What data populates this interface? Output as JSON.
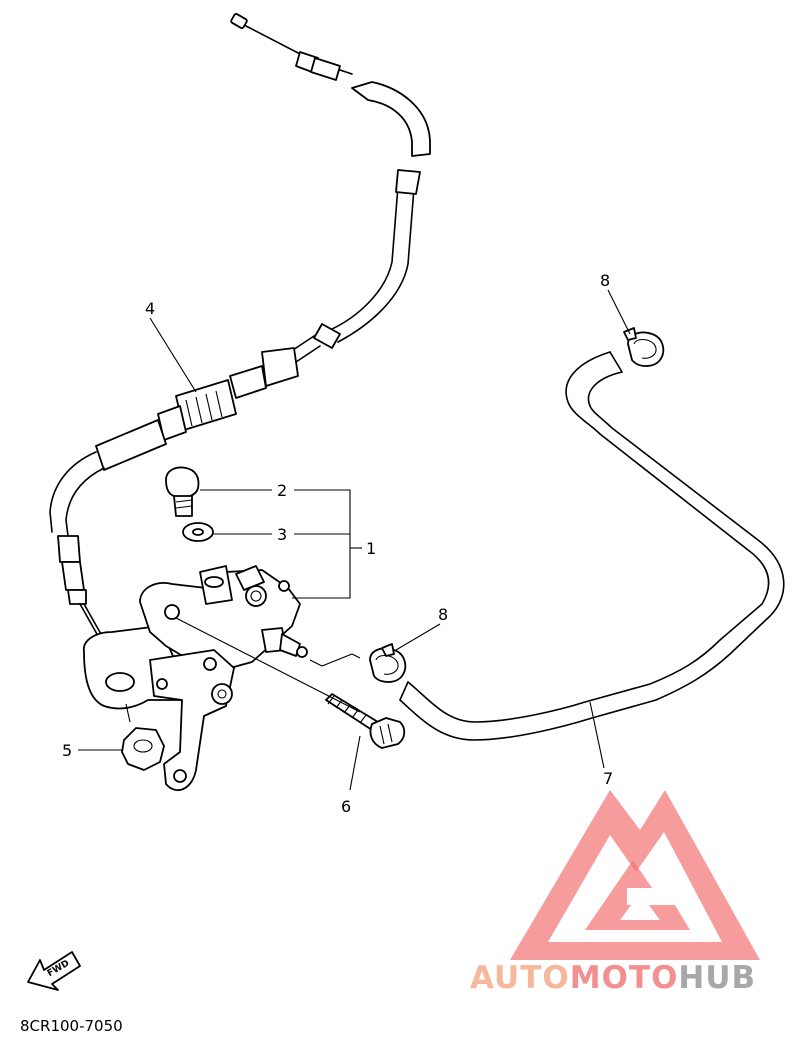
{
  "diagram_code": "8CR100-7050",
  "fwd_label": "FWD",
  "callouts": [
    {
      "id": "p1",
      "label": "1"
    },
    {
      "id": "p2",
      "label": "2"
    },
    {
      "id": "p3",
      "label": "3"
    },
    {
      "id": "p4",
      "label": "4"
    },
    {
      "id": "p5",
      "label": "5"
    },
    {
      "id": "p6",
      "label": "6"
    },
    {
      "id": "p7",
      "label": "7"
    },
    {
      "id": "p8a",
      "label": "8"
    },
    {
      "id": "p8b",
      "label": "8"
    }
  ],
  "watermark": {
    "part1": "AUTO",
    "part2": "MOTO",
    "part3": "HUB",
    "color_auto": "#f7b79a",
    "color_moto": "#f48f8f",
    "color_hub": "#a8a8a8",
    "logo_color": "#f47b7b"
  }
}
